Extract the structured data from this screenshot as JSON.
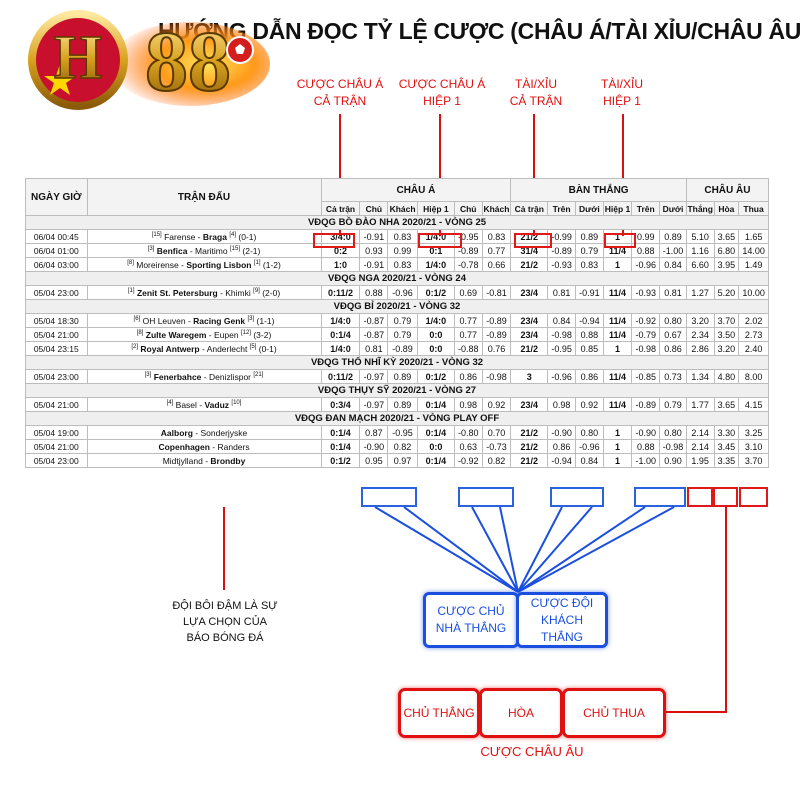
{
  "title": "HƯỚNG DẪN ĐỌC TỶ LỆ CƯỢC (CHÂU Á/TÀI XỈU/CHÂU ÂU)",
  "brand": {
    "logo_text": "88",
    "logo_letter": "H",
    "colors": {
      "red": "#e01010",
      "blue": "#1a4fe0",
      "gold": "#d9a21f"
    }
  },
  "labels": {
    "asia_full": [
      "CƯỢC CHÂU Á",
      "CẢ TRẬN"
    ],
    "asia_half": [
      "CƯỢC CHÂU Á",
      "HIỆP 1"
    ],
    "ou_full": [
      "TÀI/XỈU",
      "CẢ TRẬN"
    ],
    "ou_half": [
      "TÀI/XỈU",
      "HIỆP 1"
    ]
  },
  "table": {
    "h_date": "NGÀY GIỜ",
    "h_match": "TRẬN ĐẤU",
    "h_asia": "CHÂU Á",
    "h_goals": "BÀN THẮNG",
    "h_euro": "CHÂU ÂU",
    "sub": [
      "Cả trận",
      "Chủ",
      "Khách",
      "Hiệp 1",
      "Chủ",
      "Khách",
      "Cả trận",
      "Trên",
      "Dưới",
      "Hiệp 1",
      "Trên",
      "Dưới",
      "Thắng",
      "Hòa",
      "Thua"
    ],
    "leagues": [
      {
        "name": "VĐQG BỒ ĐÀO NHA 2020/21 - VÒNG 25",
        "rows": [
          {
            "date": "06/04 00:45",
            "home": "Farense",
            "home_rank": "[15]",
            "away": "Braga",
            "away_rank": "[4]",
            "score": "(0-1)",
            "bold": "away",
            "odds": [
              "3/4:0",
              "-0.91",
              "0.83",
              "1/4:0",
              "-0.95",
              "0.83",
              "21/2",
              "-0.99",
              "0.89",
              "1",
              "0.99",
              "0.89",
              "5.10",
              "3.65",
              "1.65"
            ]
          },
          {
            "date": "06/04 01:00",
            "home": "Benfica",
            "home_rank": "[3]",
            "away": "Maritimo",
            "away_rank": "[15]",
            "score": "(2-1)",
            "bold": "home",
            "odds": [
              "0:2",
              "0.93",
              "0.99",
              "0:1",
              "-0.89",
              "0.77",
              "31/4",
              "-0.89",
              "0.79",
              "11/4",
              "0.88",
              "-1.00",
              "1.16",
              "6.80",
              "14.00"
            ]
          },
          {
            "date": "06/04 03:00",
            "home": "Moreirense",
            "home_rank": "[8]",
            "away": "Sporting Lisbon",
            "away_rank": "[1]",
            "score": "(1-2)",
            "bold": "away",
            "odds": [
              "1:0",
              "-0.91",
              "0.83",
              "1/4:0",
              "-0.78",
              "0.66",
              "21/2",
              "-0.93",
              "0.83",
              "1",
              "-0.96",
              "0.84",
              "6.60",
              "3.95",
              "1.49"
            ]
          }
        ]
      },
      {
        "name": "VĐQG NGA 2020/21 - VÒNG 24",
        "rows": [
          {
            "date": "05/04 23:00",
            "home": "Zenit St. Petersburg",
            "home_rank": "[1]",
            "away": "Khimki",
            "away_rank": "[9]",
            "score": "(2-0)",
            "bold": "home",
            "odds": [
              "0:11/2",
              "0.88",
              "-0.96",
              "0:1/2",
              "0.69",
              "-0.81",
              "23/4",
              "0.81",
              "-0.91",
              "11/4",
              "-0.93",
              "0.81",
              "1.27",
              "5.20",
              "10.00"
            ]
          }
        ]
      },
      {
        "name": "VĐQG BỈ 2020/21 - VÒNG 32",
        "rows": [
          {
            "date": "05/04 18:30",
            "home": "OH Leuven",
            "home_rank": "[6]",
            "away": "Racing Genk",
            "away_rank": "[3]",
            "score": "(1-1)",
            "bold": "away",
            "odds": [
              "1/4:0",
              "-0.87",
              "0.79",
              "1/4:0",
              "0.77",
              "-0.89",
              "23/4",
              "0.84",
              "-0.94",
              "11/4",
              "-0.92",
              "0.80",
              "3.20",
              "3.70",
              "2.02"
            ]
          },
          {
            "date": "05/04 21:00",
            "home": "Zulte Waregem",
            "home_rank": "[8]",
            "away": "Eupen",
            "away_rank": "[12]",
            "score": "(3-2)",
            "bold": "home",
            "odds": [
              "0:1/4",
              "-0.87",
              "0.79",
              "0:0",
              "0.77",
              "-0.89",
              "23/4",
              "-0.98",
              "0.88",
              "11/4",
              "-0.79",
              "0.67",
              "2.34",
              "3.50",
              "2.73"
            ]
          },
          {
            "date": "05/04 23:15",
            "home": "Royal Antwerp",
            "home_rank": "[2]",
            "away": "Anderlecht",
            "away_rank": "[5]",
            "score": "(0-1)",
            "bold": "home",
            "odds": [
              "1/4:0",
              "0.81",
              "-0.89",
              "0:0",
              "-0.88",
              "0.76",
              "21/2",
              "-0.95",
              "0.85",
              "1",
              "-0.98",
              "0.86",
              "2.86",
              "3.20",
              "2.40"
            ]
          }
        ]
      },
      {
        "name": "VĐQG THỔ NHĨ KỲ 2020/21 - VÒNG 32",
        "rows": [
          {
            "date": "05/04 23:00",
            "home": "Fenerbahce",
            "home_rank": "[3]",
            "away": "Denizlispor",
            "away_rank": "[21]",
            "score": "",
            "bold": "home",
            "odds": [
              "0:11/2",
              "-0.97",
              "0.89",
              "0:1/2",
              "0.86",
              "-0.98",
              "3",
              "-0.96",
              "0.86",
              "11/4",
              "-0.85",
              "0.73",
              "1.34",
              "4.80",
              "8.00"
            ]
          }
        ]
      },
      {
        "name": "VĐQG THỤY SỸ 2020/21 - VÒNG 27",
        "rows": [
          {
            "date": "05/04 21:00",
            "home": "Basel",
            "home_rank": "[4]",
            "away": "Vaduz",
            "away_rank": "[10]",
            "score": "",
            "bold": "away",
            "odds": [
              "0:3/4",
              "-0.97",
              "0.89",
              "0:1/4",
              "0.98",
              "0.92",
              "23/4",
              "0.98",
              "0.92",
              "11/4",
              "-0.89",
              "0.79",
              "1.77",
              "3.65",
              "4.15"
            ]
          }
        ]
      },
      {
        "name": "VĐQG ĐAN MẠCH 2020/21 - VÒNG PLAY OFF",
        "rows": [
          {
            "date": "05/04 19:00",
            "home": "Aalborg",
            "home_rank": "",
            "away": "Sonderjyske",
            "away_rank": "",
            "score": "",
            "bold": "home",
            "odds": [
              "0:1/4",
              "0.87",
              "-0.95",
              "0:1/4",
              "-0.80",
              "0.70",
              "21/2",
              "-0.90",
              "0.80",
              "1",
              "-0.90",
              "0.80",
              "2.14",
              "3.30",
              "3.25"
            ]
          },
          {
            "date": "05/04 21:00",
            "home": "Copenhagen",
            "home_rank": "",
            "away": "Randers",
            "away_rank": "",
            "score": "",
            "bold": "home",
            "odds": [
              "0:1/4",
              "-0.90",
              "0.82",
              "0:0",
              "0.63",
              "-0.73",
              "21/2",
              "0.86",
              "-0.96",
              "1",
              "0.88",
              "-0.98",
              "2.14",
              "3.45",
              "3.10"
            ]
          },
          {
            "date": "05/04 23:00",
            "home": "Midtjylland",
            "home_rank": "",
            "away": "Brondby",
            "away_rank": "",
            "score": "",
            "bold": "away",
            "odds": [
              "0:1/2",
              "0.95",
              "0.97",
              "0:1/4",
              "-0.92",
              "0.82",
              "21/2",
              "-0.94",
              "0.84",
              "1",
              "-1.00",
              "0.90",
              "1.95",
              "3.35",
              "3.70"
            ]
          }
        ]
      }
    ]
  },
  "note": [
    "ĐỘI BÔI ĐẬM LÀ SỰ",
    "LỰA CHỌN CỦA",
    "BÁO BÓNG ĐÁ"
  ],
  "blue_boxes": {
    "home_win": [
      "CƯỢC CHỦ",
      "NHÀ THẮNG"
    ],
    "away_win": [
      "CƯỢC ĐỘI",
      "KHÁCH THẮNG"
    ]
  },
  "euro_boxes": {
    "home_win": "CHỦ THẮNG",
    "draw": "HÒA",
    "away_win": "CHỦ THUA",
    "caption": "CƯỢC CHÂU ÂU"
  }
}
